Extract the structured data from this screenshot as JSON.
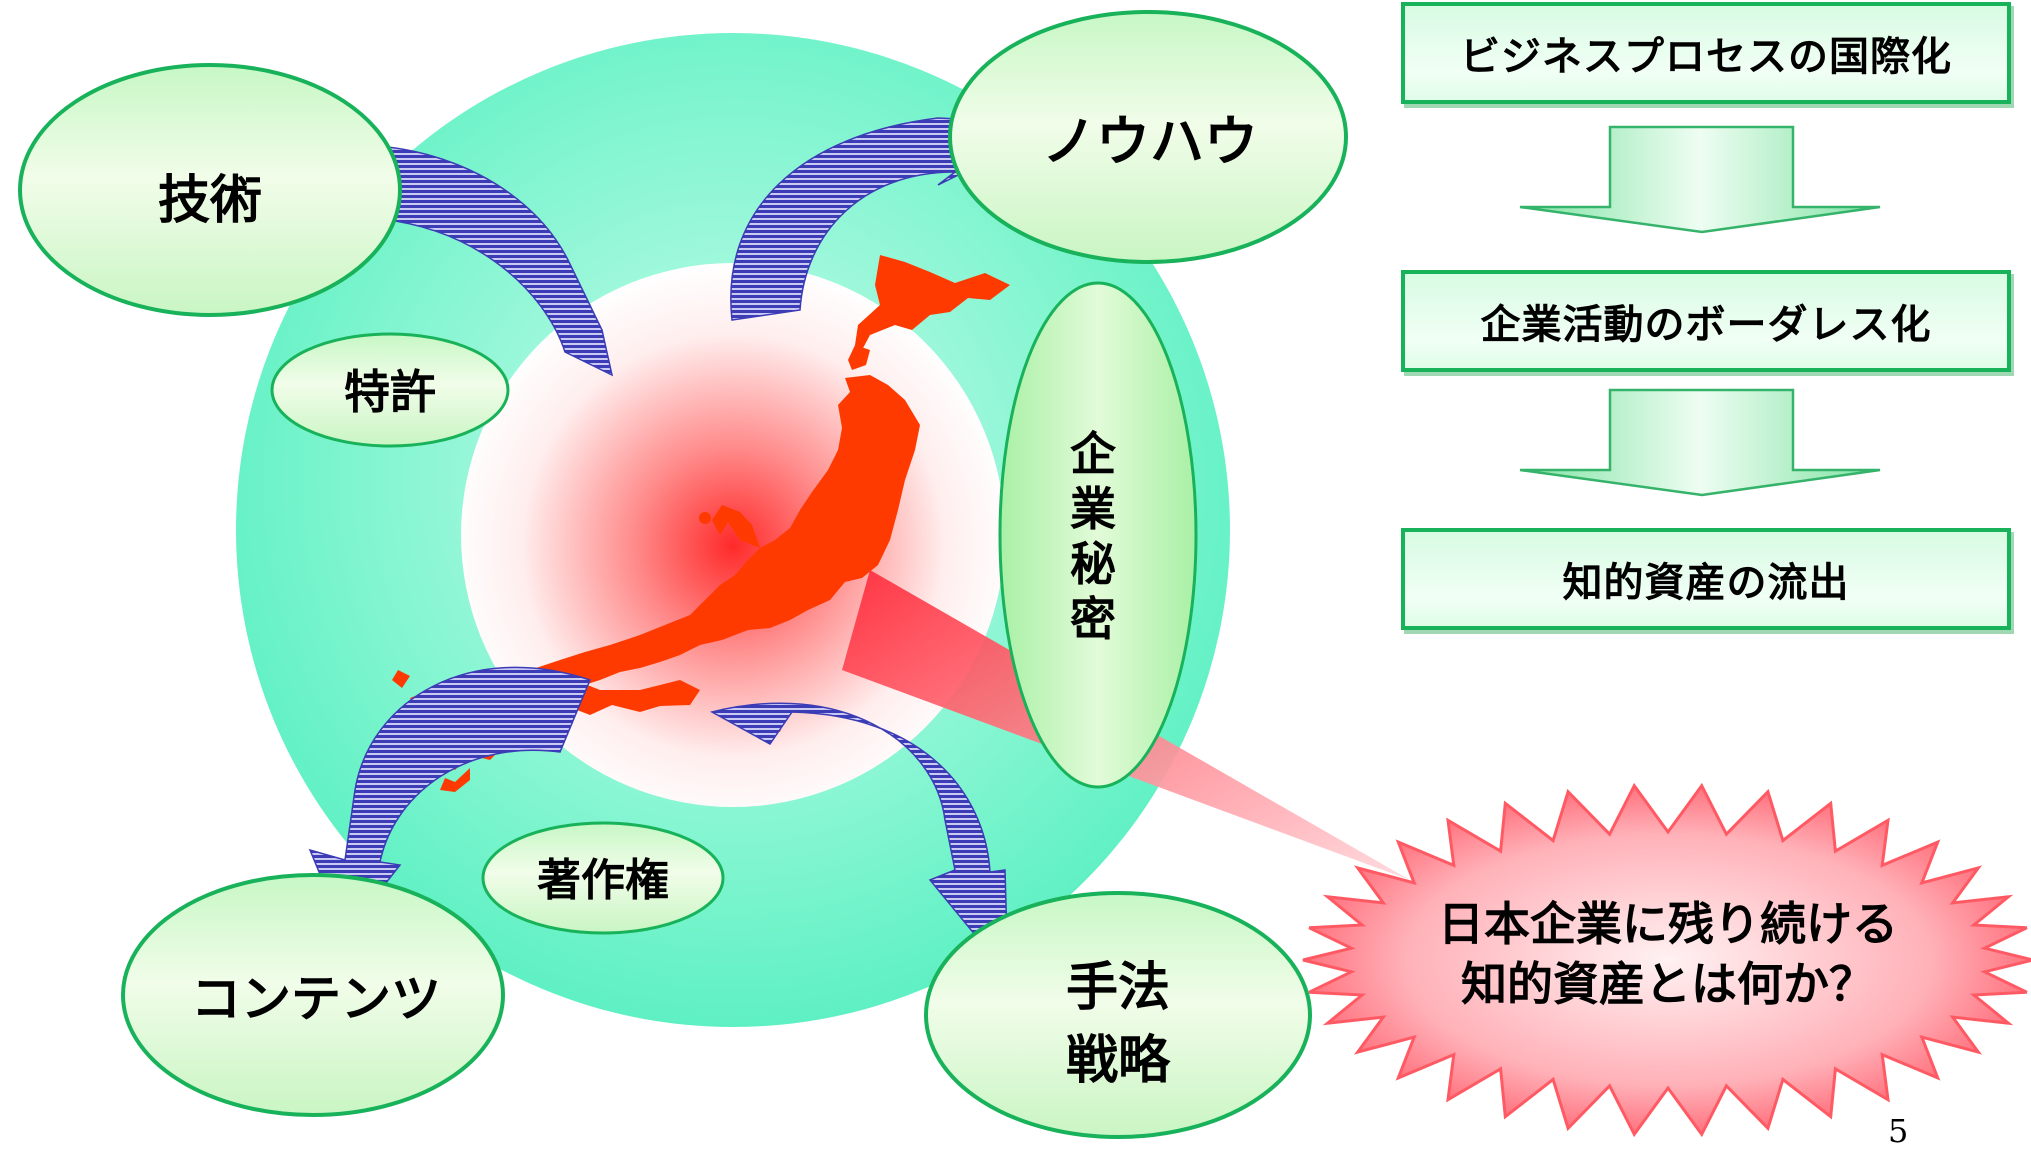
{
  "nodes": {
    "gijutsu": "技術",
    "nouhau": "ノウハウ",
    "contents": "コンテンツ",
    "shuhou_line1": "手法",
    "shuhou_line2": "戦略",
    "tokkyo": "特許",
    "chosakuken": "著作権",
    "kigyo_himitsu": [
      "企",
      "業",
      "秘",
      "密"
    ]
  },
  "flow": {
    "steps": [
      "ビジネスプロセスの国際化",
      "企業活動のボーダレス化",
      "知的資産の流出"
    ]
  },
  "callout": {
    "line1": "日本企業に残り続ける",
    "line2": "知的資産とは何か？"
  },
  "page_number": "5",
  "colors": {
    "outer_ring": "#66f2c6",
    "ellipse_fill": "#e6fcd9",
    "ellipse_border": "#18b25a",
    "japan": "#ff3a00",
    "arrow": "#3c3db8",
    "callout": "#ff5a64"
  }
}
